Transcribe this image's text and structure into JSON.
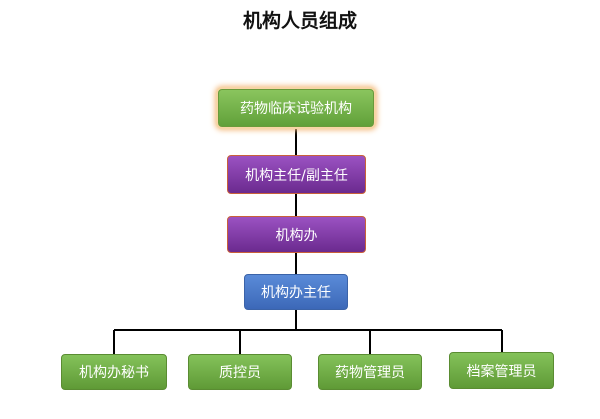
{
  "title": "机构人员组成",
  "nodes": {
    "root": "药物临床试验机构",
    "director": "机构主任/副主任",
    "office": "机构办",
    "office_director": "机构办主任",
    "secretary": "机构办秘书",
    "qc": "质控员",
    "drug_admin": "药物管理员",
    "archive_admin": "档案管理员"
  },
  "colors": {
    "green": "#6aa83e",
    "purple": "#7b3aa3",
    "blue": "#4a78c8"
  }
}
